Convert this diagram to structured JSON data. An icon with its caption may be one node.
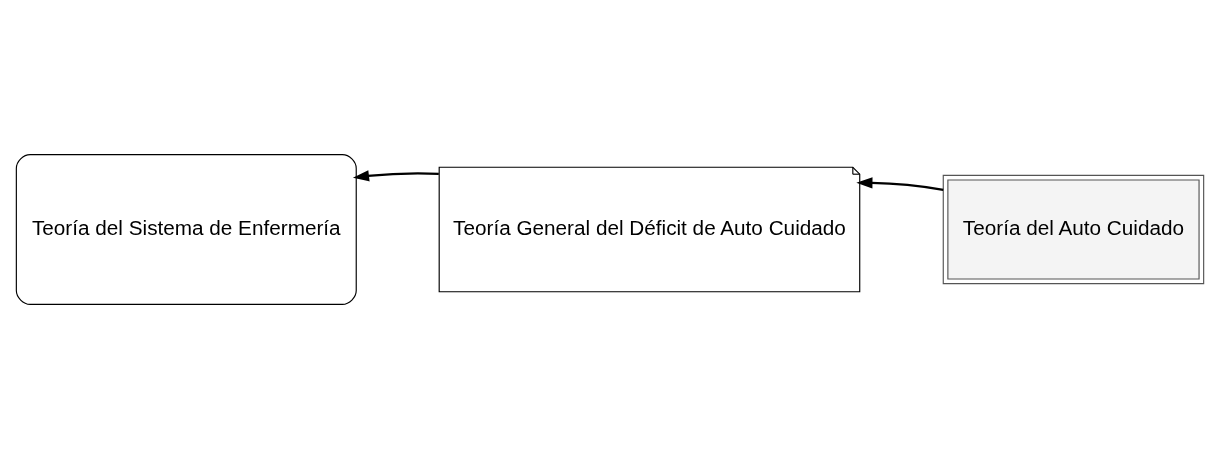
{
  "diagram": {
    "nodes": [
      {
        "text": [
          "Teoría del Sistema de Enfermería"
        ]
      },
      {
        "text": [
          "Teoría General del Déficit de Auto Cuidado"
        ]
      },
      {
        "text": [
          "Teoría del Auto Cuidado"
        ]
      }
    ],
    "edges": [
      {
        "from": 1,
        "to": 0,
        "arrow": "to"
      },
      {
        "from": 2,
        "to": 1,
        "arrow": "to"
      }
    ]
  }
}
